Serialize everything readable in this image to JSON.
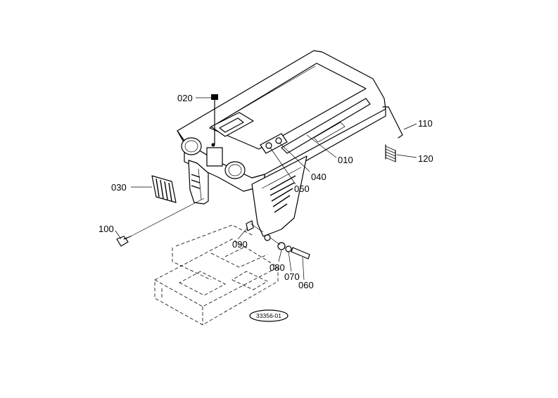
{
  "diagram": {
    "part_labels": [
      "010",
      "020",
      "030",
      "040",
      "050",
      "060",
      "070",
      "080",
      "090",
      "100",
      "110",
      "120"
    ],
    "figure_code": "33356-01"
  }
}
